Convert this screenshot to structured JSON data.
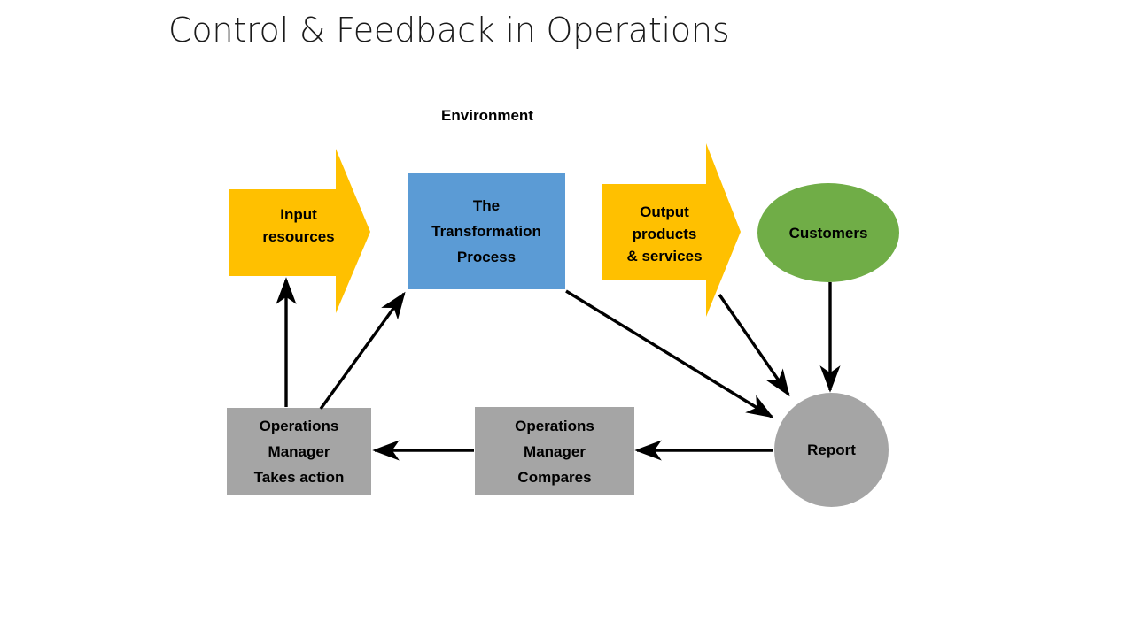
{
  "slide": {
    "title": "Control & Feedback in Operations",
    "environment_label": "Environment",
    "background": "#ffffff"
  },
  "colors": {
    "arrow_yellow": "#FFC000",
    "process_blue": "#5B9BD5",
    "customers_green": "#70AD47",
    "gray": "#A5A5A5",
    "connector_black": "#000000",
    "title_text": "#1A1A1A",
    "shape_text": "#000000"
  },
  "nodes": {
    "input_arrow": {
      "label": "Input\nresources",
      "shape": "block-arrow-right",
      "fill": "#FFC000"
    },
    "transformation": {
      "label": "The\nTransformation\nProcess",
      "shape": "rectangle",
      "fill": "#5B9BD5"
    },
    "output_arrow": {
      "label": "Output\nproducts\n& services",
      "shape": "block-arrow-right",
      "fill": "#FFC000"
    },
    "customers": {
      "label": "Customers",
      "shape": "ellipse",
      "fill": "#70AD47"
    },
    "report": {
      "label": "Report",
      "shape": "circle",
      "fill": "#A5A5A5"
    },
    "manager_compares": {
      "label": "Operations\nManager\nCompares",
      "shape": "rectangle",
      "fill": "#A5A5A5"
    },
    "manager_takes_action": {
      "label": "Operations\nManager\nTakes action",
      "shape": "rectangle",
      "fill": "#A5A5A5"
    }
  },
  "connectors": [
    {
      "id": "customers-to-report",
      "from": "customers",
      "to": "report",
      "style": "straight-arrow"
    },
    {
      "id": "output-to-report",
      "from": "output_arrow",
      "to": "report",
      "style": "straight-arrow"
    },
    {
      "id": "transformation-to-report",
      "from": "transformation",
      "to": "report",
      "style": "straight-arrow"
    },
    {
      "id": "report-to-compares",
      "from": "report",
      "to": "manager_compares",
      "style": "straight-arrow"
    },
    {
      "id": "compares-to-takes-action",
      "from": "manager_compares",
      "to": "manager_takes_action",
      "style": "straight-arrow"
    },
    {
      "id": "takes-action-to-transformation",
      "from": "manager_takes_action",
      "to": "transformation",
      "style": "straight-arrow"
    },
    {
      "id": "takes-action-to-input",
      "from": "manager_takes_action",
      "to": "input_arrow",
      "style": "straight-arrow"
    }
  ]
}
